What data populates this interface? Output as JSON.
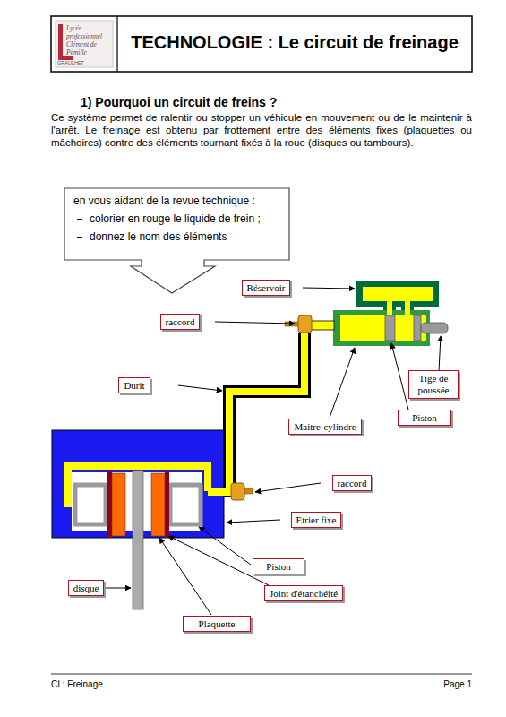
{
  "diagram": {
    "title": "TECHNOLOGIE : Le circuit de freinage",
    "nodes": [
      {
        "text": [
          "en vous aidant de la revue technique :",
          "colorier en rouge le liquide de frein ;",
          "donnez le nom des éléments"
        ]
      },
      {
        "text": [
          "Réservoir"
        ]
      },
      {
        "text": [
          "raccord"
        ]
      },
      {
        "text": [
          "Durit"
        ]
      },
      {
        "text": [
          "Tige de poussée"
        ]
      },
      {
        "text": [
          "Piston"
        ]
      },
      {
        "text": [
          "Maitre-cylindre"
        ]
      },
      {
        "text": [
          "raccord"
        ]
      },
      {
        "text": [
          "Etrier fixe"
        ]
      },
      {
        "text": [
          "Piston"
        ]
      },
      {
        "text": [
          "Joint d'étanchéité"
        ]
      },
      {
        "text": [
          "disque"
        ]
      },
      {
        "text": [
          "Plaquette"
        ]
      }
    ],
    "labels": [
      "Lycée professionnel Clément de Pémille",
      "GRAULHET",
      "1) Pourquoi un circuit de freins ?",
      "Ce système permet de ralentir ou stopper un véhicule en mouvement ou de le maintenir à l'arrêt. Le freinage est obtenu par frottement entre des éléments fixes (plaquettes ou mâchoires) contre des éléments tournant fixés à la roue (disques ou tambours).",
      "CI : Freinage",
      "Page 1"
    ]
  }
}
